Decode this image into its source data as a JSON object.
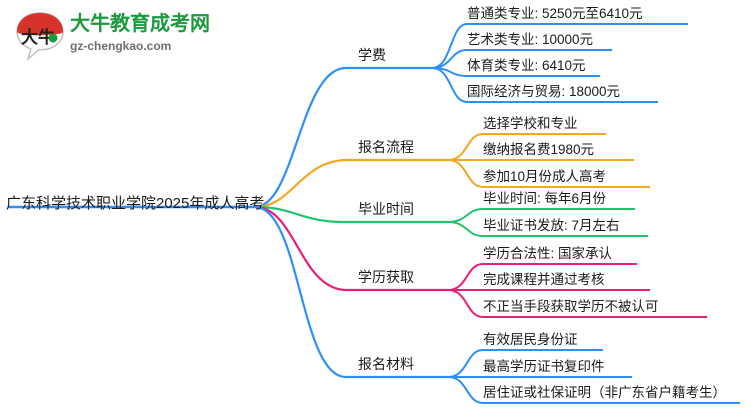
{
  "logo": {
    "mark_text": "大牛",
    "title": "大牛教育成考网",
    "subtitle": "gz-chengkao.com",
    "brand_green": "#1a9a3c",
    "brand_red": "#d6332b"
  },
  "mindmap": {
    "root": {
      "label": "广东科学技术职业学院2025年成人高考"
    },
    "branches": [
      {
        "label": "学费",
        "color": "#2e90f7",
        "items": [
          "普通类专业: 5250元至6410元",
          "艺术类专业: 10000元",
          "体育类专业: 6410元",
          "国际经济与贸易: 18000元"
        ]
      },
      {
        "label": "报名流程",
        "color": "#f5a623",
        "items": [
          "选择学校和专业",
          "缴纳报名费1980元",
          "参加10月份成人高考"
        ]
      },
      {
        "label": "毕业时间",
        "color": "#20c46a",
        "items": [
          "毕业时间: 每年6月份",
          "毕业证书发放: 7月左右"
        ]
      },
      {
        "label": "学历获取",
        "color": "#ee1d7a",
        "items": [
          "学历合法性: 国家承认",
          "完成课程并通过考核",
          "不正当手段获取学历不被认可"
        ]
      },
      {
        "label": "报名材料",
        "color": "#2e90f7",
        "items": [
          "有效居民身份证",
          "最高学历证书复印件",
          "居住证或社保证明（非广东省户籍考生）"
        ]
      }
    ]
  }
}
